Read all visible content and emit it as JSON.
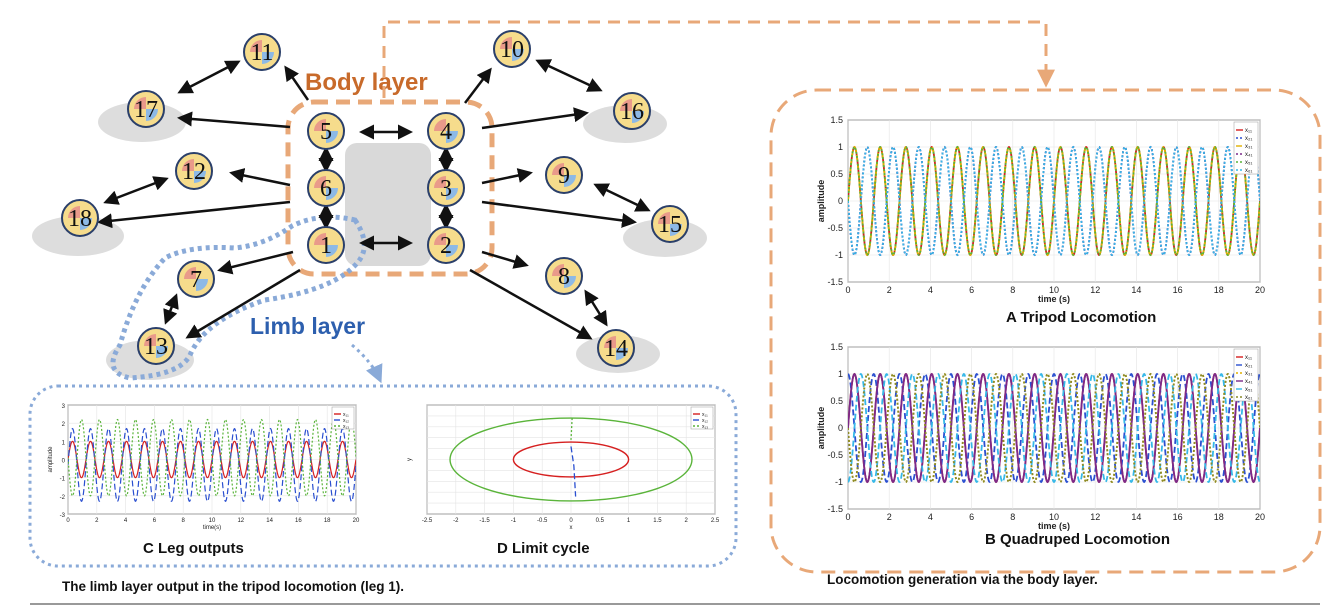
{
  "body_layer_label": "Body layer",
  "limb_layer_label": "Limb layer",
  "nodes": [
    "1",
    "2",
    "3",
    "4",
    "5",
    "6",
    "7",
    "8",
    "9",
    "10",
    "11",
    "12",
    "13",
    "14",
    "15",
    "16",
    "17",
    "18"
  ],
  "colors": {
    "orange": "#e8a878",
    "blue_dotted": "#8aaad8",
    "node_fill": "#f6dc8c",
    "red": "#d62020",
    "blue": "#2a4fd0",
    "green": "#5ab43a",
    "yellow": "#e0b000",
    "purple": "#7b2a8a",
    "cyan": "#36b8e8"
  },
  "footers": {
    "left": "The limb layer output in the tripod locomotion (leg 1).",
    "right": "Locomotion generation via the body layer."
  },
  "chart_data": [
    {
      "id": "A",
      "type": "line",
      "caption": "A  Tripod Locomotion",
      "xlabel": "time (s)",
      "ylabel": "amplitude",
      "xlim": [
        0,
        20
      ],
      "ylim": [
        -1.5,
        1.5
      ],
      "xticks": [
        "0",
        "2",
        "4",
        "6",
        "8",
        "10",
        "12",
        "14",
        "16",
        "18",
        "20"
      ],
      "yticks": [
        "1.5",
        "1",
        "0.5",
        "0",
        "-0.5",
        "-1",
        "-1.5"
      ],
      "grid": true,
      "legend_position": "top-right",
      "legend": [
        "x₁₁",
        "x₂₁",
        "x₃₁",
        "x₄₁",
        "x₅₁",
        "x₆₁"
      ],
      "series": [
        {
          "name": "x₁₁",
          "amplitude": 1,
          "period_s": 1.25,
          "phase_deg": 0,
          "color": "#d62020",
          "style": "solid"
        },
        {
          "name": "x₂₁",
          "amplitude": 1,
          "period_s": 1.25,
          "phase_deg": 180,
          "color": "#2a4fd0",
          "style": "dotted"
        },
        {
          "name": "x₃₁",
          "amplitude": 1,
          "period_s": 1.25,
          "phase_deg": 0,
          "color": "#e0b000",
          "style": "dashed"
        },
        {
          "name": "x₄₁",
          "amplitude": 1,
          "period_s": 1.25,
          "phase_deg": 180,
          "color": "#7b2a8a",
          "style": "dotted"
        },
        {
          "name": "x₅₁",
          "amplitude": 1,
          "period_s": 1.25,
          "phase_deg": 0,
          "color": "#5ab43a",
          "style": "dotted"
        },
        {
          "name": "x₆₁",
          "amplitude": 1,
          "period_s": 1.25,
          "phase_deg": 180,
          "color": "#36b8e8",
          "style": "dotted"
        }
      ]
    },
    {
      "id": "B",
      "type": "line",
      "caption": "B  Quadruped Locomotion",
      "xlabel": "time (s)",
      "ylabel": "amplitude",
      "xlim": [
        0,
        20
      ],
      "ylim": [
        -1.5,
        1.5
      ],
      "xticks": [
        "0",
        "2",
        "4",
        "6",
        "8",
        "10",
        "12",
        "14",
        "16",
        "18",
        "20"
      ],
      "yticks": [
        "1.5",
        "1",
        "0.5",
        "0",
        "-0.5",
        "-1",
        "-1.5"
      ],
      "grid": true,
      "legend_position": "top-right",
      "legend": [
        "x₁₁",
        "x₂₁",
        "x₃₁",
        "x₄₁",
        "x₅₁",
        "x₆₁"
      ],
      "series": [
        {
          "name": "x₁₁",
          "amplitude": 1,
          "period_s": 1.25,
          "phase_deg": 0,
          "color": "#d62020",
          "style": "solid"
        },
        {
          "name": "x₂₁",
          "amplitude": 1,
          "period_s": 1.25,
          "phase_deg": 90,
          "color": "#2a4fd0",
          "style": "dashed"
        },
        {
          "name": "x₃₁",
          "amplitude": 1,
          "period_s": 1.25,
          "phase_deg": 180,
          "color": "#e0b000",
          "style": "dotted"
        },
        {
          "name": "x₄₁",
          "amplitude": 1,
          "period_s": 1.25,
          "phase_deg": 0,
          "color": "#7b2a8a",
          "style": "solid"
        },
        {
          "name": "x₅₁",
          "amplitude": 1,
          "period_s": 1.25,
          "phase_deg": 270,
          "color": "#36b8e8",
          "style": "dashed"
        },
        {
          "name": "x₆₁",
          "amplitude": 1,
          "period_s": 1.25,
          "phase_deg": 180,
          "color": "#8a8a2a",
          "style": "dotted"
        }
      ]
    },
    {
      "id": "C",
      "type": "line",
      "caption": "C  Leg outputs",
      "xlabel": "time(s)",
      "ylabel": "amplitude",
      "xlim": [
        0,
        20
      ],
      "ylim": [
        -3,
        3
      ],
      "xticks": [
        "0",
        "2",
        "4",
        "6",
        "8",
        "10",
        "12",
        "14",
        "16",
        "18",
        "20"
      ],
      "yticks": [
        "3",
        "2",
        "1",
        "0",
        "-1",
        "-2",
        "-3"
      ],
      "grid": true,
      "legend_position": "top-right",
      "legend": [
        "x₁₁",
        "x₁₂",
        "x₁₃"
      ],
      "series": [
        {
          "name": "x₁₁",
          "amplitude": 1,
          "offset": 0,
          "period_s": 1.25,
          "phase_deg": 0,
          "color": "#d62020",
          "style": "solid"
        },
        {
          "name": "x₁₂",
          "amplitude": 2,
          "offset": -0.3,
          "period_s": 1.25,
          "phase_deg": 0,
          "color": "#2a4fd0",
          "style": "dashed"
        },
        {
          "name": "x₁₃",
          "amplitude": 2.1,
          "offset": 0.1,
          "period_s": 1.25,
          "phase_deg": 180,
          "color": "#5ab43a",
          "style": "dotted"
        }
      ]
    },
    {
      "id": "D",
      "type": "line",
      "caption": "D  Limit cycle",
      "xlabel": "x",
      "ylabel": "y",
      "xlim": [
        -2.5,
        2.5
      ],
      "ylim": [
        -2.5,
        2.5
      ],
      "xticks": [
        "-2.5",
        "-2",
        "-1.5",
        "-1",
        "-0.5",
        "0",
        "0.5",
        "1",
        "1.5",
        "2",
        "2.5"
      ],
      "grid": true,
      "legend_position": "top-right",
      "legend": [
        "x₁₁",
        "x₁₂",
        "x₁₃"
      ],
      "ellipses": [
        {
          "name": "x₁₁",
          "rx": 1.0,
          "ry": 0.8,
          "color": "#d62020"
        },
        {
          "name": "x₁₃",
          "rx": 2.1,
          "ry": 1.9,
          "color": "#5ab43a"
        }
      ],
      "segments": [
        {
          "name": "x₁₂",
          "points": [
            [
              0.0,
              0.6
            ],
            [
              0.05,
              -0.3
            ],
            [
              0.08,
              -1.7
            ]
          ],
          "color": "#2a4fd0",
          "style": "dashed"
        },
        {
          "name": "x₁₃",
          "points": [
            [
              0.02,
              1.9
            ],
            [
              0.0,
              0.9
            ]
          ],
          "color": "#5ab43a",
          "style": "dotted"
        }
      ]
    }
  ]
}
